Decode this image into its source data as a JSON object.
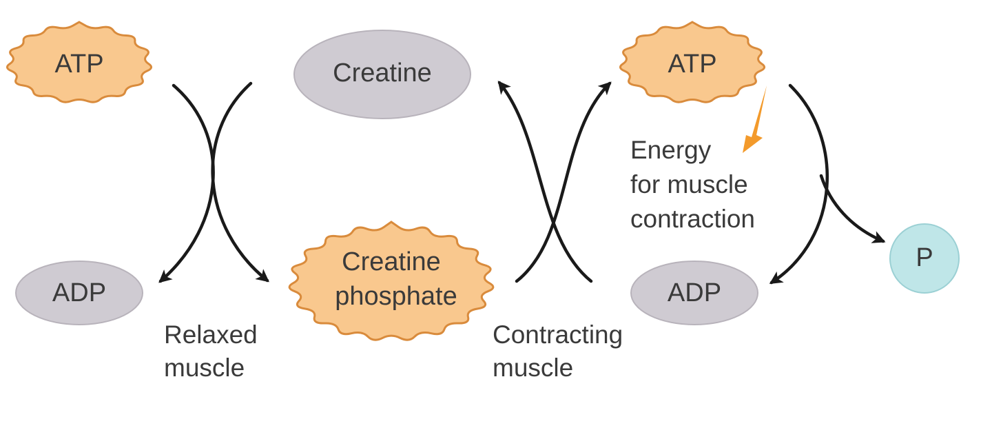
{
  "nodes": {
    "atp_left": "ATP",
    "creatine": "Creatine",
    "atp_right": "ATP",
    "adp_left": "ADP",
    "creatine_phosphate_line1": "Creatine",
    "creatine_phosphate_line2": "phosphate",
    "adp_right": "ADP",
    "phosphate": "P"
  },
  "captions": {
    "relaxed_line1": "Relaxed",
    "relaxed_line2": "muscle",
    "contracting_line1": "Contracting",
    "contracting_line2": "muscle",
    "energy_line1": "Energy",
    "energy_line2": "for muscle",
    "energy_line3": "contraction"
  },
  "colors": {
    "starburst_fill": "#f9c88e",
    "starburst_stroke": "#d98b3c",
    "ellipse_fill": "#cfcbd2",
    "ellipse_stroke": "#b8b3bb",
    "phosphate_fill": "#bfe6e8",
    "phosphate_stroke": "#9bd0d4",
    "energy_arrow": "#f39a2b",
    "arrow_stroke": "#1a1a1a"
  }
}
